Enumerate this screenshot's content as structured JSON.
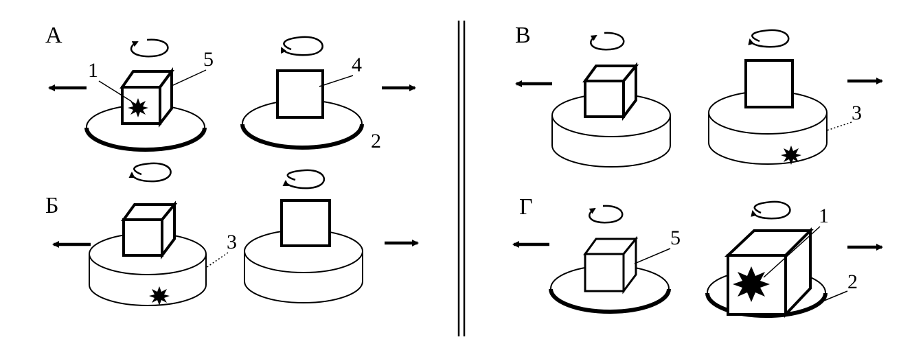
{
  "panels": {
    "a": {
      "label": "А"
    },
    "b": {
      "label": "Б"
    },
    "v": {
      "label": "В"
    },
    "g": {
      "label": "Г"
    }
  },
  "callouts": {
    "n1": "1",
    "n2": "2",
    "n3": "3",
    "n4": "4",
    "n5": "5"
  },
  "icons": {
    "rotation": "rotation-arrow-icon",
    "direction": "direction-arrow-icon",
    "source": "starburst-icon"
  },
  "colors": {
    "ink": "#000000",
    "paper": "#ffffff"
  }
}
